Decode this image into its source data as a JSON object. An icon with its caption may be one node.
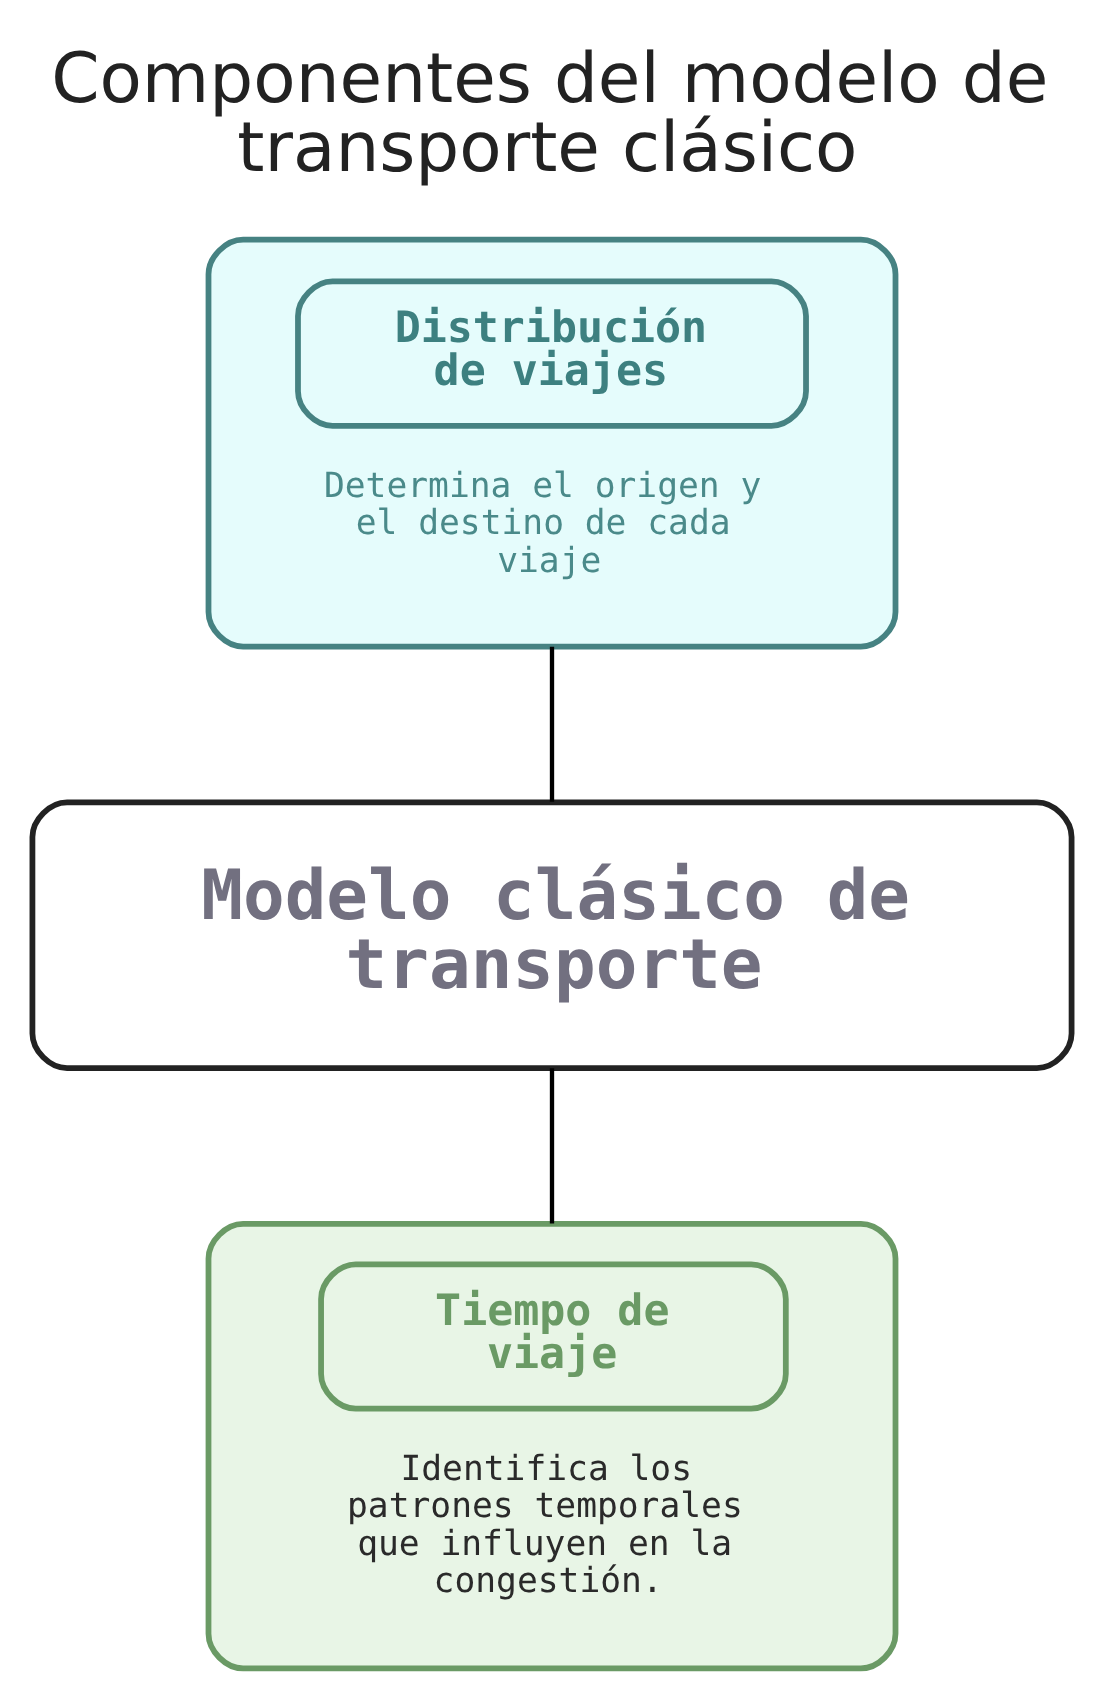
{
  "diagram": {
    "title": "Componentes del modelo de transporte clásico",
    "nodes": [
      {
        "text": [
          "Distribución de viajes",
          "Determina el origen y el destino de cada viaje"
        ]
      },
      {
        "text": [
          "Modelo clásico de transporte"
        ]
      },
      {
        "text": [
          "Tiempo de viaje",
          "Identifica los patrones temporales que influyen en la congestión."
        ]
      }
    ],
    "edges": [
      {
        "from": 0,
        "to": 1,
        "arrow": "none"
      },
      {
        "from": 1,
        "to": 2,
        "arrow": "none"
      }
    ]
  }
}
